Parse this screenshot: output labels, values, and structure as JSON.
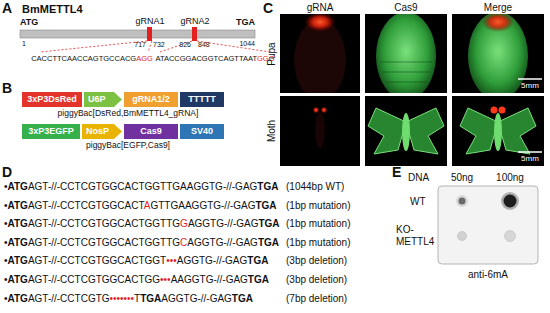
{
  "diagram": {
    "nodes": [
      {
        "text": [
          "3xP3DsRed"
        ]
      },
      {
        "text": [
          "U6P"
        ]
      },
      {
        "text": [
          "gRNA1/2"
        ]
      },
      {
        "text": [
          "TTTTT"
        ]
      },
      {
        "text": [
          "3xP3EGFP"
        ]
      },
      {
        "text": [
          "NosP"
        ]
      },
      {
        "text": [
          "Cas9"
        ]
      },
      {
        "text": [
          "SV40"
        ]
      }
    ],
    "labels": [
      "A",
      "BmMETTL4",
      "ATG",
      "TGA",
      "1",
      "gRNA1",
      "gRNA2",
      "717",
      "732",
      "826",
      "848",
      "1044",
      "CACCTTCAACCAGTGCCACGAGG",
      "ATACCGGACGGTCAGTTAATGGG",
      "B",
      "piggyBac[DsRed,BmMETTL4_gRNA]",
      "piggyBac[EGFP,Cas9]",
      "C",
      "gRNA",
      "Cas9",
      "Merge",
      "Pupa",
      "5mm",
      "Moth",
      "5mm",
      "D",
      "•ATGAGT-//-CCTCGTGGCACTGGTTGAAGGTG-//-GAGTGA",
      "(1044bp WT)",
      "•ATGAGT-//-CCTCGTGGCACTAGTTGAAGGTG-//-GAGTGA",
      "(1bp mutation)",
      "•ATGAGT-//-CCTCGTGGCACTGGTTGGAGGTG-//-GAGTGA",
      "(1bp mutation)",
      "•ATGAGT-//-CCTCGTGGCACTGGTTGCAGGTG-//-GAGTGA",
      "(1bp mutation)",
      "•ATGAGT-//-CCTCGTGGCACTGGT•••AGGTG-//-GAGTGA",
      "(3bp deletion)",
      "•ATGAGT-//-CCTCGTGGCACTGG•••AAGGTG-//-GAGTGA",
      "(3bp deletion)",
      "•ATGAGT-//-CCTCGTG•••••••TTGAAGGTG-//-GAGTGA",
      "(7bp deletion)",
      "E",
      "DNA",
      "50ng",
      "100ng",
      "WT",
      "KO-METTL4",
      "anti-6mA"
    ]
  }
}
